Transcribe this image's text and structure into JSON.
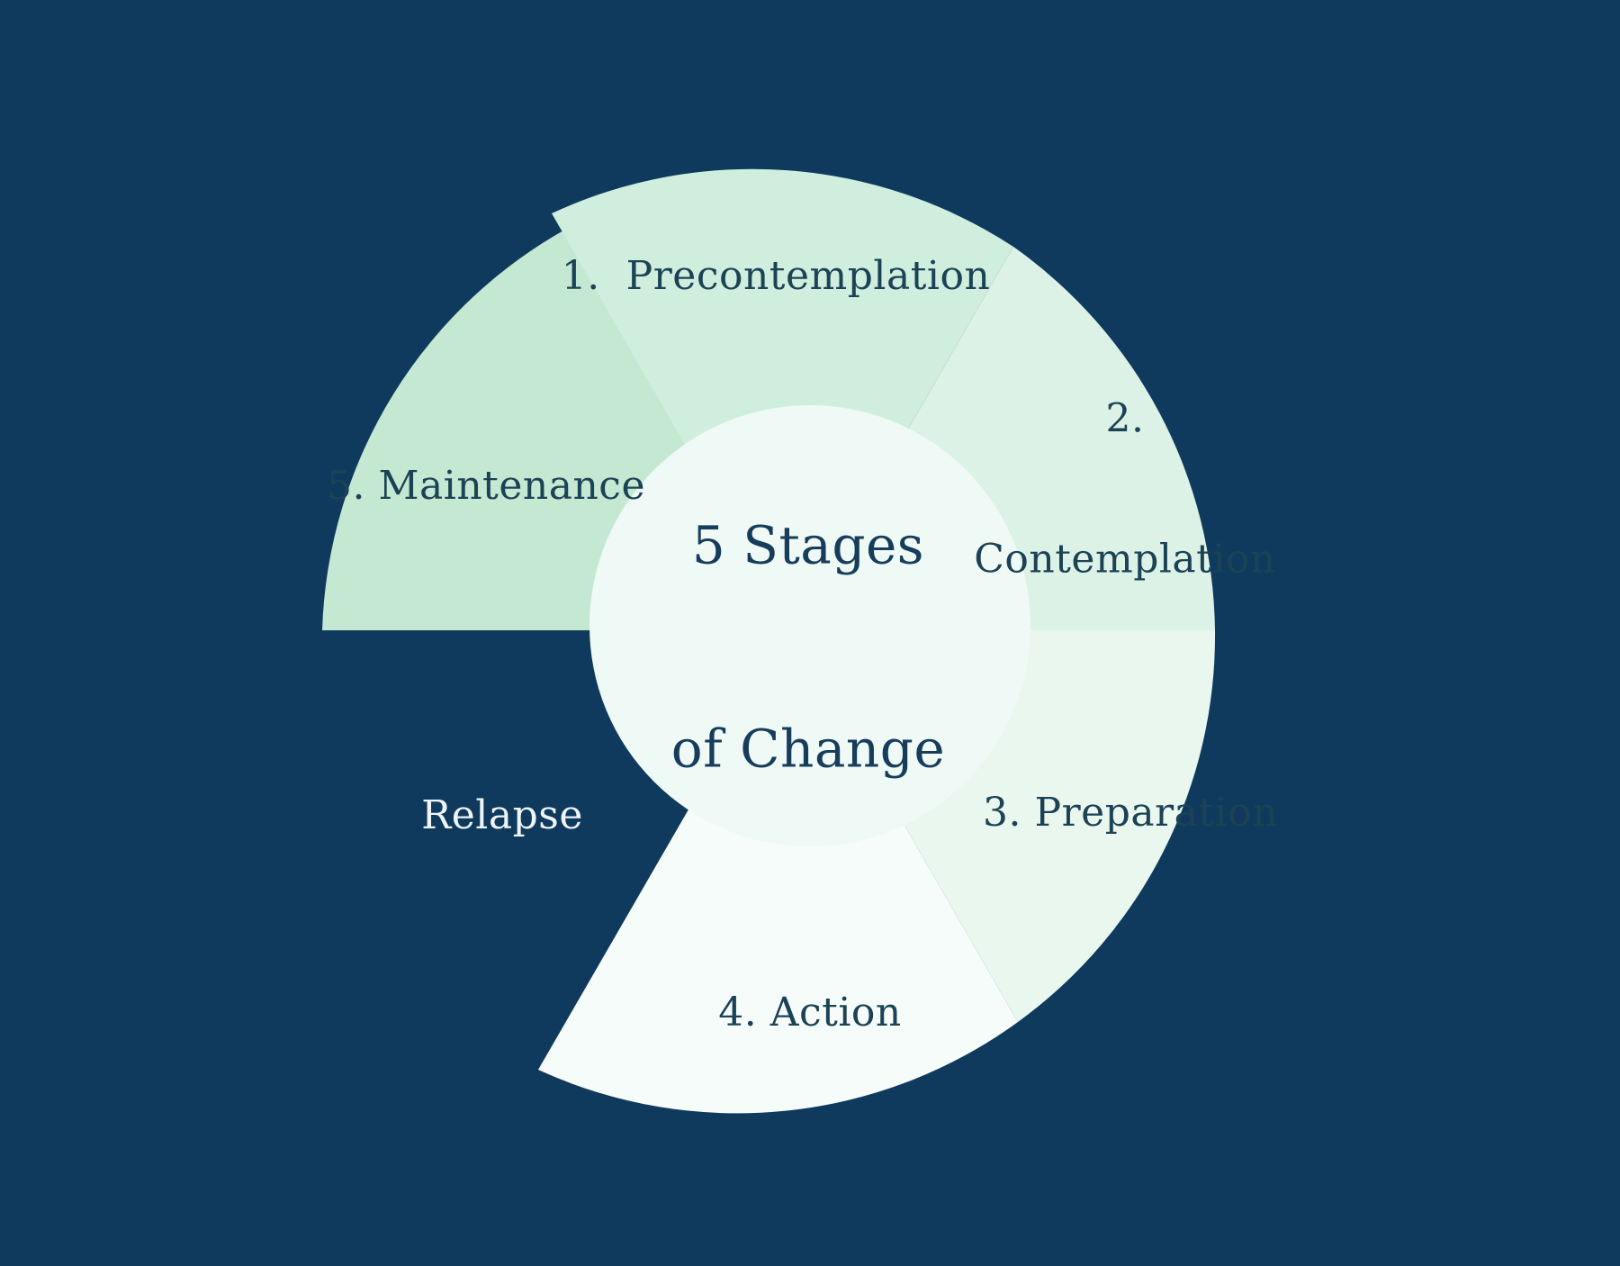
{
  "title": {
    "line1": "5 Stages",
    "line2": "of Change"
  },
  "stages": [
    {
      "order": 1,
      "label": "1.  Precontemplation"
    },
    {
      "order": 2,
      "number": "2.",
      "name": "Contemplation"
    },
    {
      "order": 3,
      "label": "3. Preparation"
    },
    {
      "order": 4,
      "label": "4. Action"
    },
    {
      "order": 5,
      "label": "5. Maintenance"
    }
  ],
  "relapse": {
    "label": "Relapse"
  },
  "colors": {
    "background": "#0f3a5d",
    "stage1_precontemplation": "#cfeedd",
    "stage2_contemplation": "#dcf2e7",
    "stage3_preparation": "#e9f7ef",
    "stage4_action": "#f6fcf9",
    "stage5_maintenance": "#c5e8d3",
    "center_circle": "#eff9f5",
    "stage_label_text": "#1c4255",
    "relapse_label_text": "#eef4f7",
    "title_text": "#163d5c"
  }
}
